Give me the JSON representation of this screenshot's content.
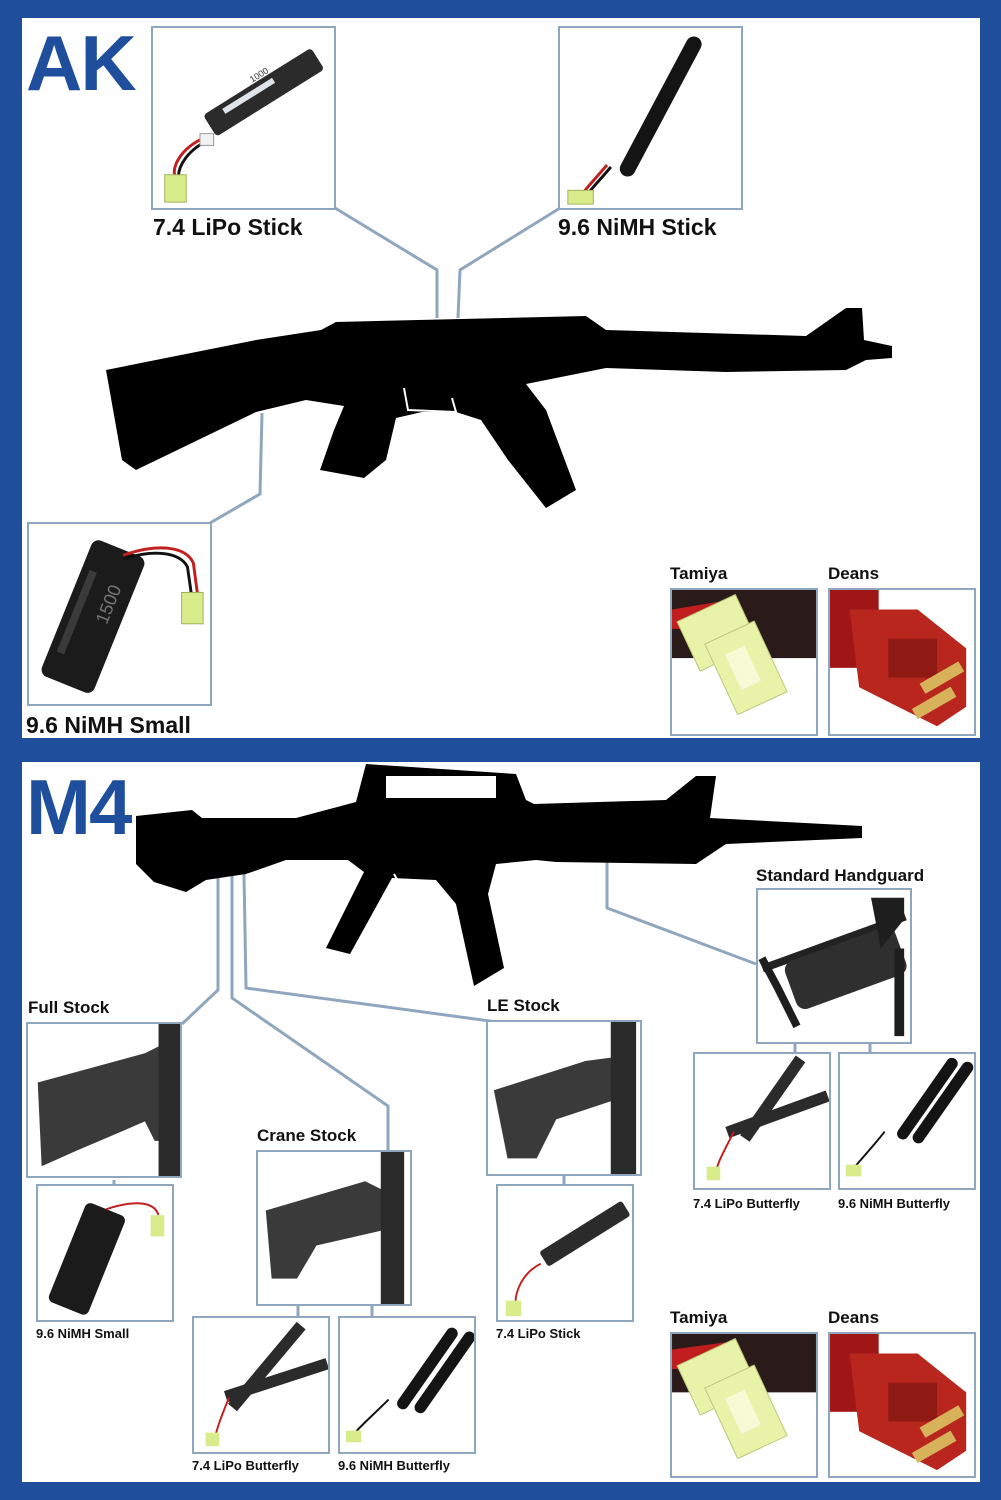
{
  "ak": {
    "title": "AK",
    "batteries": {
      "lipo_stick": "7.4 LiPo Stick",
      "nimh_stick": "9.6 NiMH Stick",
      "nimh_small": "9.6 NiMH Small"
    },
    "connectors": {
      "tamiya": "Tamiya",
      "deans": "Deans"
    },
    "battery_print": {
      "lipo_capacity": "1000",
      "nimh_capacity": "1500"
    }
  },
  "m4": {
    "title": "M4",
    "parts": {
      "standard_handguard": "Standard Handguard",
      "full_stock": "Full Stock",
      "crane_stock": "Crane Stock",
      "le_stock": "LE Stock"
    },
    "batteries": {
      "full_nimh_small": "9.6 NiMH Small",
      "crane_lipo_butterfly": "7.4 LiPo Butterfly",
      "crane_nimh_butterfly": "9.6 NiMH Butterfly",
      "le_lipo_stick": "7.4 LiPo Stick",
      "hg_lipo_butterfly": "7.4 LiPo Butterfly",
      "hg_nimh_butterfly": "9.6 NiMH Butterfly"
    },
    "connectors": {
      "tamiya": "Tamiya",
      "deans": "Deans"
    }
  },
  "colors": {
    "frame": "#1f4f9c",
    "connector_line": "#8fa6bf",
    "silhouette": "#000000",
    "tamiya_plug": "#e8f2a8",
    "deans_plug": "#b8261e"
  }
}
